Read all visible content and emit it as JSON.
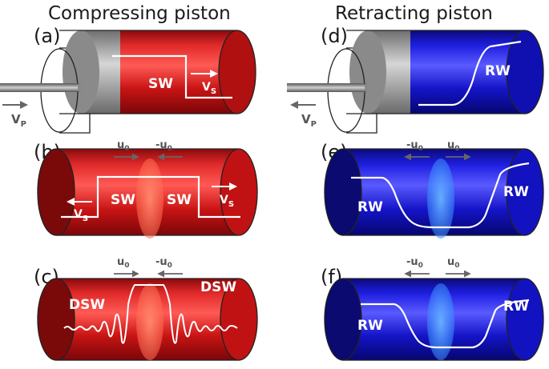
{
  "columns": {
    "left_title": "Compressing piston",
    "right_title": "Retracting piston"
  },
  "panels": {
    "a": {
      "label": "(a)",
      "wave": "SW",
      "vel": "V",
      "vel_sub": "S",
      "piston_vel": "V",
      "piston_sub": "P"
    },
    "b": {
      "label": "(b)",
      "wave_left": "SW",
      "wave_right": "SW",
      "vel_left": "V",
      "vel_left_sub": "S",
      "vel_right": "V",
      "vel_right_sub": "S",
      "u_left": "u",
      "u_left_sub": "0",
      "u_right": "-u",
      "u_right_sub": "0"
    },
    "c": {
      "label": "(c)",
      "wave_left": "DSW",
      "wave_right": "DSW",
      "u_left": "u",
      "u_left_sub": "0",
      "u_right": "-u",
      "u_right_sub": "0"
    },
    "d": {
      "label": "(d)",
      "wave": "RW",
      "piston_vel": "V",
      "piston_sub": "P"
    },
    "e": {
      "label": "(e)",
      "wave_left": "RW",
      "wave_right": "RW",
      "u_left": "-u",
      "u_left_sub": "0",
      "u_right": "u",
      "u_right_sub": "0"
    },
    "f": {
      "label": "(f)",
      "wave_left": "RW",
      "wave_right": "RW",
      "u_left": "-u",
      "u_left_sub": "0",
      "u_right": "u",
      "u_right_sub": "0"
    }
  },
  "colors": {
    "red_tube": "#d0161a",
    "blue_tube": "#1515d8",
    "piston_gray": "#a8a8a8",
    "line_white": "#ffffff"
  }
}
